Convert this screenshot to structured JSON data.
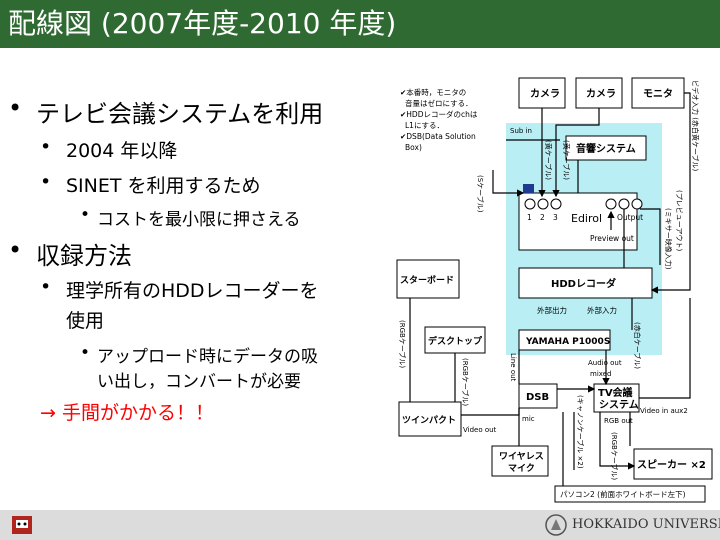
{
  "slide": {
    "title": "配線図 (2007年度-2010 年度)",
    "bullets": [
      {
        "level": 1,
        "text": "テレビ会議システムを利用"
      },
      {
        "level": 2,
        "text": "2004 年以降"
      },
      {
        "level": 2,
        "text": "SINET を利用するため"
      },
      {
        "level": 3,
        "text": "コストを最小限に押さえる"
      },
      {
        "level": 1,
        "text": "収録方法"
      },
      {
        "level": 2,
        "text": "理学所有のHDDレコーダーを"
      },
      {
        "level": 2,
        "text": "使用"
      },
      {
        "level": 3,
        "text": "アップロード時にデータの吸"
      },
      {
        "level": 3,
        "text": "い出し，コンバートが必要"
      },
      {
        "level": 0,
        "arrow": "→",
        "text": "手間がかかる！！",
        "color": "#ff0000"
      }
    ]
  },
  "diagram": {
    "notes": [
      "✔本番時，モニタの",
      "音量はゼロにする．",
      "✔HDDレコーダのchは",
      "L1にする．",
      "✔DSB(Data Solution",
      "Box)"
    ],
    "boxes": {
      "camera1": "カメラ",
      "camera2": "カメラ",
      "monitor": "モニタ",
      "audio": "音響システム",
      "edirol": "Edirol",
      "ch1": "1",
      "ch2": "2",
      "ch3": "3",
      "output": "Output",
      "preview": "Preview out",
      "hdd": "HDDレコーダ",
      "hdd_out": "外部出力",
      "hdd_in": "外部入力",
      "yamaha": "YAMAHA P1000S",
      "dsb": "DSB",
      "tv1": "TV会議",
      "tv2": "システム",
      "starboard": "スターボード",
      "desktop": "デスクトップ",
      "twinpact": "ツインパクト",
      "wireless1": "ワイヤレス",
      "wireless2": "マイク",
      "speaker": "スピーカー ×2",
      "pc2": "パソコン2 (前面ホワイトボード左下)"
    },
    "labels": {
      "sub_in": "Sub in",
      "line_out": "Line out",
      "audio_out1": "Audio out",
      "audio_out2": "mixed",
      "rgb_out": "RGB out",
      "video_out": "Video out",
      "mic": "mic",
      "video_in": "Video in aux2",
      "vc_s": "(Sケーブル)",
      "vc_yellow1": "(黄ケーブル)",
      "vc_yellow2": "(黄ケーブル)",
      "vc_video": "ビデオ入力 (赤白黄ケーブル)",
      "vc_preview": "(プレビューアウト)",
      "vc_mixer": "(ミキサー映像入力)",
      "vc_redwhite": "(赤白ケーブル)",
      "vc_rgb1": "(RGBケーブル)",
      "vc_rgb2": "(RGBケーブル)",
      "vc_rgb3": "(RGBケーブル)",
      "vc_cannon": "(キャノンケーブル ×2)"
    }
  },
  "footer": {
    "logo_text": "HOKKAIDO UNIVERSITY"
  },
  "colors": {
    "title_bg": "#2f6a32",
    "highlight": "#b9eef5",
    "accent_red": "#ff0000",
    "footer_bg": "#dcdcdc"
  }
}
